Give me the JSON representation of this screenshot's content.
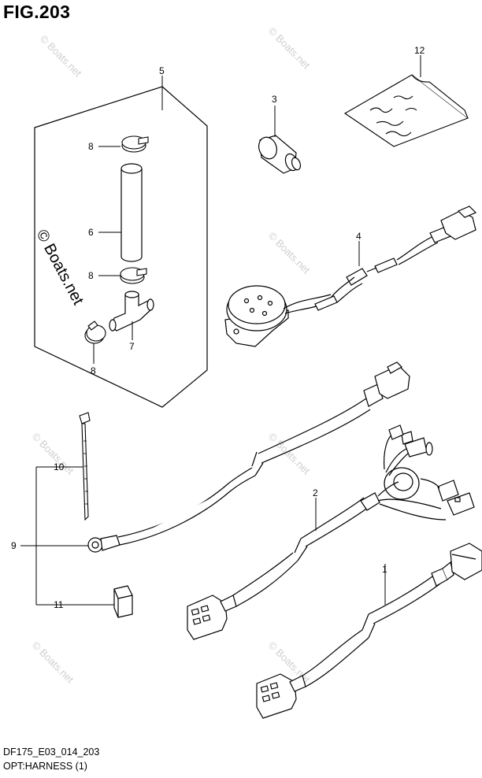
{
  "title": "FIG.203",
  "footer": {
    "code": "DF175_E03_014_203",
    "caption": "OPT:HARNESS (1)"
  },
  "watermark": "© Boats.net",
  "callouts": {
    "c1": "1",
    "c2": "2",
    "c3": "3",
    "c4": "4",
    "c5": "5",
    "c6": "6",
    "c7": "7",
    "c8a": "8",
    "c8b": "8",
    "c8c": "8",
    "c9": "9",
    "c10": "10",
    "c11": "11",
    "c12": "12"
  }
}
